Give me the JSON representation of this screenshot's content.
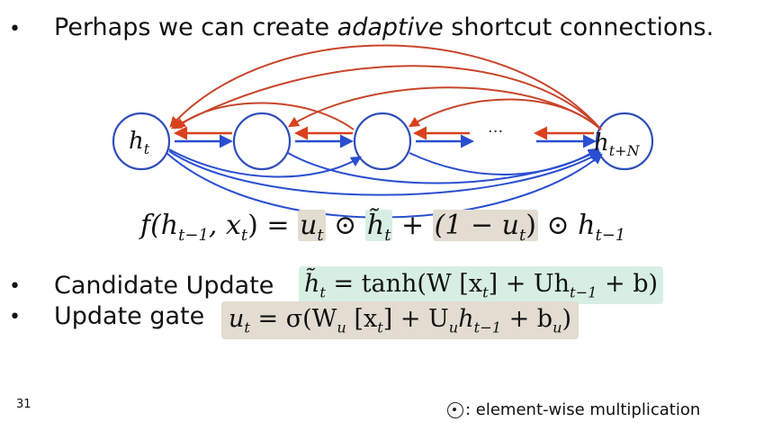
{
  "bullets": {
    "b1": "•",
    "b2": "•",
    "b3": "•"
  },
  "intro": {
    "before": "Perhaps we can create ",
    "emph": "adaptive",
    "after": " shortcut connections."
  },
  "diagram": {
    "node_labels": {
      "first": "h",
      "first_sub": "t",
      "last": "h",
      "last_sub": "t+N"
    },
    "ellipsis": "···",
    "colors": {
      "red": "#d9411e",
      "blue": "#2a4fd0",
      "node": "#2f4fb8"
    }
  },
  "equation_main": {
    "lhs": "f(h",
    "lhs_sub": "t−1",
    "lhs_rest": ", x",
    "lhs_sub2": "t",
    "lhs_close": ") = ",
    "u": "u",
    "u_sub": "t",
    "odot1": " ⊙ ",
    "htilde": "h̃",
    "htilde_sub": "t",
    "plus": " + ",
    "one_minus": "(1 − u",
    "one_minus_sub": "t",
    "close": ")",
    "odot2": " ⊙ ",
    "hprev": "h",
    "hprev_sub": "t−1"
  },
  "candidate": {
    "label": "Candidate Update",
    "eq_lhs": "h̃",
    "eq_lhs_sub": "t",
    "eq_rhs": " = tanh(W [x",
    "eq_rhs_sub1": "t",
    "eq_rhs_2": "] + Uh",
    "eq_rhs_sub2": "t−1",
    "eq_rhs_3": " + b)"
  },
  "gate": {
    "label": "Update gate",
    "eq_lhs": "u",
    "eq_lhs_sub": "t",
    "eq_rhs": " = σ(W",
    "eq_rhs_sub1": "u",
    "eq_rhs_2": " [x",
    "eq_rhs_sub2": "t",
    "eq_rhs_3": "] + U",
    "eq_rhs_sub3": "u",
    "eq_rhs_4": "h",
    "eq_rhs_sub4": "t−1",
    "eq_rhs_5": " + b",
    "eq_rhs_sub5": "u",
    "eq_rhs_6": ")"
  },
  "page_number": "31",
  "footnote": {
    "text": ": element-wise multiplication"
  }
}
